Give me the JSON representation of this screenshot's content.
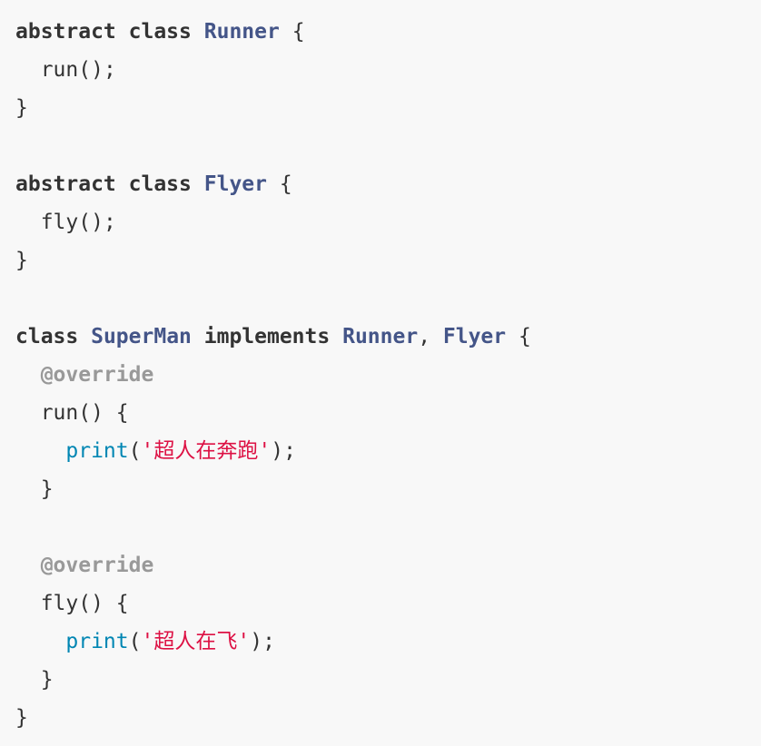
{
  "code": {
    "kw_abstract": "abstract",
    "kw_class": "class",
    "kw_implements": "implements",
    "cls_runner": "Runner",
    "cls_flyer": "Flyer",
    "cls_superman": "SuperMan",
    "annotation": "@override",
    "fn_print": "print",
    "method_run": "run",
    "method_fly": "fly",
    "str_run_open": "'",
    "str_run_text": "超人在奔跑",
    "str_run_close": "'",
    "str_fly_open": "'",
    "str_fly_text": "超人在飞",
    "str_fly_close": "'"
  }
}
